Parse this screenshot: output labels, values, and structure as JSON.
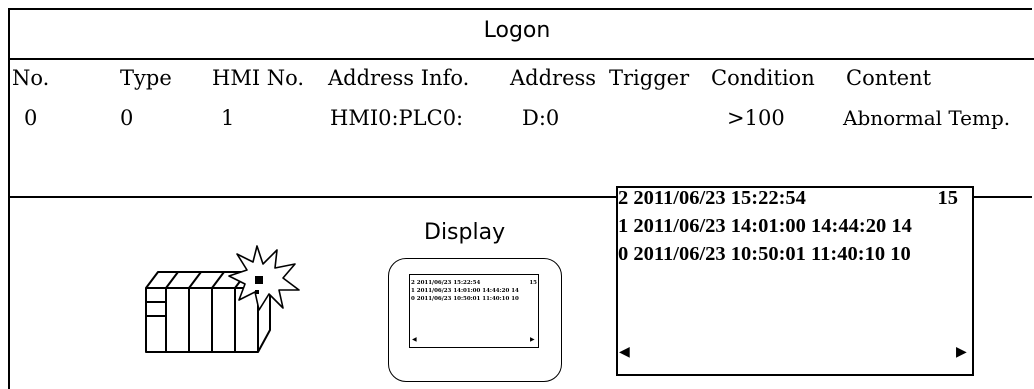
{
  "logon": {
    "title": "Logon",
    "headers": [
      "No.",
      "Type",
      "HMI No.",
      "Address Info.",
      "Address",
      "Trigger",
      "Condition",
      "Content"
    ],
    "row": [
      "0",
      "0",
      "1",
      "HMI0:PLC0:",
      "D:0",
      ">100",
      "Abnormal Temp."
    ]
  },
  "display": {
    "title": "Display"
  },
  "alarm_history": [
    {
      "id": "2",
      "date": "2011/06/23",
      "start": "15:22:54",
      "end": "",
      "count": "15"
    },
    {
      "id": "1",
      "date": "2011/06/23",
      "start": "14:01:00",
      "end": "14:44:20",
      "count": "14"
    },
    {
      "id": "0",
      "date": "2011/06/23",
      "start": "10:50:01",
      "end": "11:40:10",
      "count": "10"
    }
  ],
  "icons": {
    "plc": "plc-rack-icon",
    "alarm_burst": "alarm-burst-icon",
    "scroll_left": "scroll-left-arrow-icon",
    "scroll_right": "scroll-right-arrow-icon"
  }
}
